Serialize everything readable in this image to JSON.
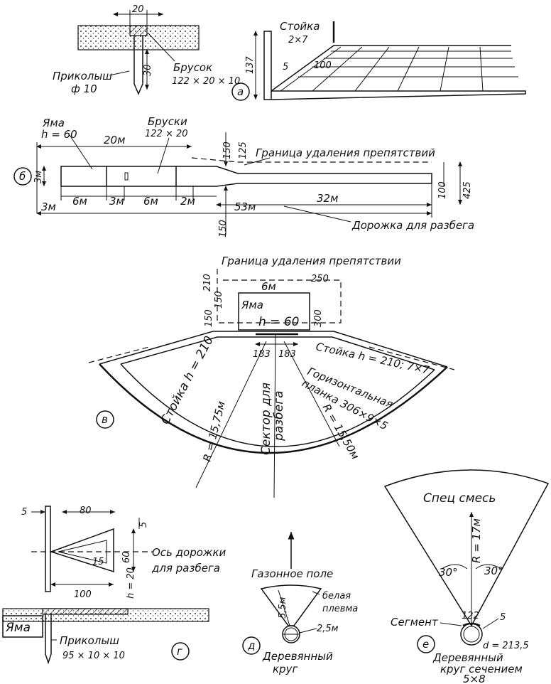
{
  "a": {
    "letter": "а",
    "dim_20": "20",
    "dim_30": "30",
    "label_peg": "Приколыш",
    "label_peg_dim": "ф 10",
    "label_bar": "Брусок",
    "label_bar_dim": "122 × 20 × 10",
    "label_post": "Стойка",
    "label_post_dim": "2×7",
    "dim_137": "137",
    "dim_5": "5",
    "dim_100": "100"
  },
  "b": {
    "letter": "б",
    "label_pit": "Яма",
    "label_pit_h": "h = 60",
    "label_bars": "Бруски",
    "label_bars_dim": "122 × 20",
    "dim_20m": "20м",
    "dim_3m_left": "3м",
    "dim_3m_bottom": "3м",
    "dim_6m_1": "6м",
    "dim_3m_mid": "3м",
    "dim_6m_2": "6м",
    "dim_2m": "2м",
    "dim_32m": "32м",
    "dim_53m": "53м",
    "dim_150_top": "150",
    "dim_125": "125",
    "dim_150_bottom": "150",
    "dim_100": "100",
    "dim_425": "425",
    "label_boundary": "Граница удаления препятствий",
    "label_runway": "Дорожка для разбега"
  },
  "v": {
    "letter": "в",
    "label_boundary": "Граница удаления препятствии",
    "dim_6m": "6м",
    "dim_250": "250",
    "dim_210": "210",
    "dim_150a": "150",
    "dim_150b": "150",
    "dim_300": "300",
    "label_pit": "Яма",
    "label_pit_h": "h = 60",
    "dim_183a": "183",
    "dim_183b": "183",
    "label_post_left": "Стойка h = 210",
    "label_post_right": "Стойка h = 210; 7×7",
    "label_plank_1": "Горизонтальная",
    "label_plank_2": "планка 306×9×5",
    "label_r_left": "R = 15,75м",
    "label_r_right": "R = 15,50м",
    "label_sector_1": "Сектор для",
    "label_sector_2": "разбега"
  },
  "g": {
    "letter": "г",
    "dim_5_left": "5",
    "dim_80": "80",
    "dim_5_right": "5",
    "dim_15": "15",
    "dim_60": "60",
    "dim_100": "100",
    "dim_h20": "h = 20",
    "label_axis_1": "Ось дорожки",
    "label_axis_2": "для разбега",
    "label_pit": "Яма",
    "label_peg": "Приколыш",
    "label_peg_dim": "95 × 10 × 10"
  },
  "d": {
    "letter": "д",
    "label_lawn": "Газонное поле",
    "label_white_1": "белая",
    "label_white_2": "плевма",
    "dim_55": "5,5м",
    "dim_25": "2,5м",
    "label_circle_1": "Деревянный",
    "label_circle_2": "круг"
  },
  "e": {
    "letter": "е",
    "label_special": "Спец смесь",
    "dim_r": "R = 17м",
    "angle_left": "30°",
    "angle_right": "30°",
    "label_segment": "Сегмент",
    "dim_122": "122",
    "dim_5": "5",
    "dim_d": "d = 213,5",
    "label_circle_1": "Деревянный",
    "label_circle_2": "круг сечением",
    "label_circle_3": "5×8"
  }
}
